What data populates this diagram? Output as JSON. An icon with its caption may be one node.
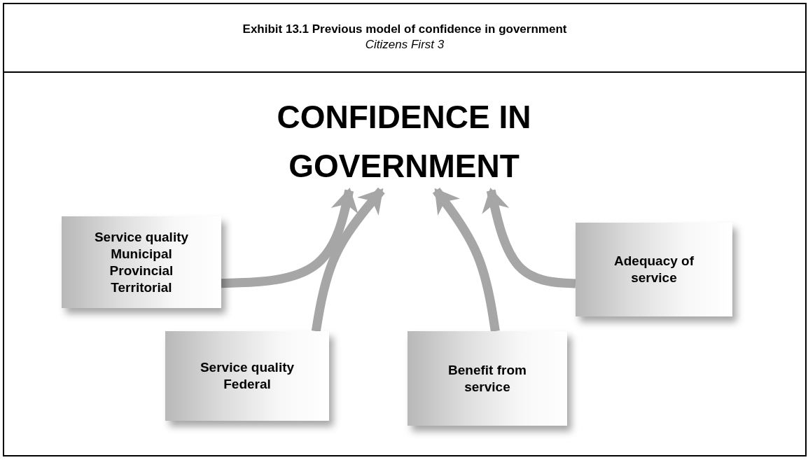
{
  "diagram": {
    "title": "Exhibit 13.1 Previous model of confidence in government",
    "nodes": [
      {
        "text": [
          "CONFIDENCE IN GOVERNMENT"
        ]
      },
      {
        "text": [
          "Service quality Municipal Provincial Territorial"
        ]
      },
      {
        "text": [
          "Service quality Federal"
        ]
      },
      {
        "text": [
          "Benefit from service"
        ]
      },
      {
        "text": [
          "Adequacy of service"
        ]
      }
    ],
    "edges": [
      {
        "from": 1,
        "to": 0,
        "arrow": "to"
      },
      {
        "from": 2,
        "to": 0,
        "arrow": "to"
      },
      {
        "from": 3,
        "to": 0,
        "arrow": "to"
      },
      {
        "from": 4,
        "to": 0,
        "arrow": "to"
      }
    ],
    "labels": [
      "Citizens First 3"
    ]
  }
}
